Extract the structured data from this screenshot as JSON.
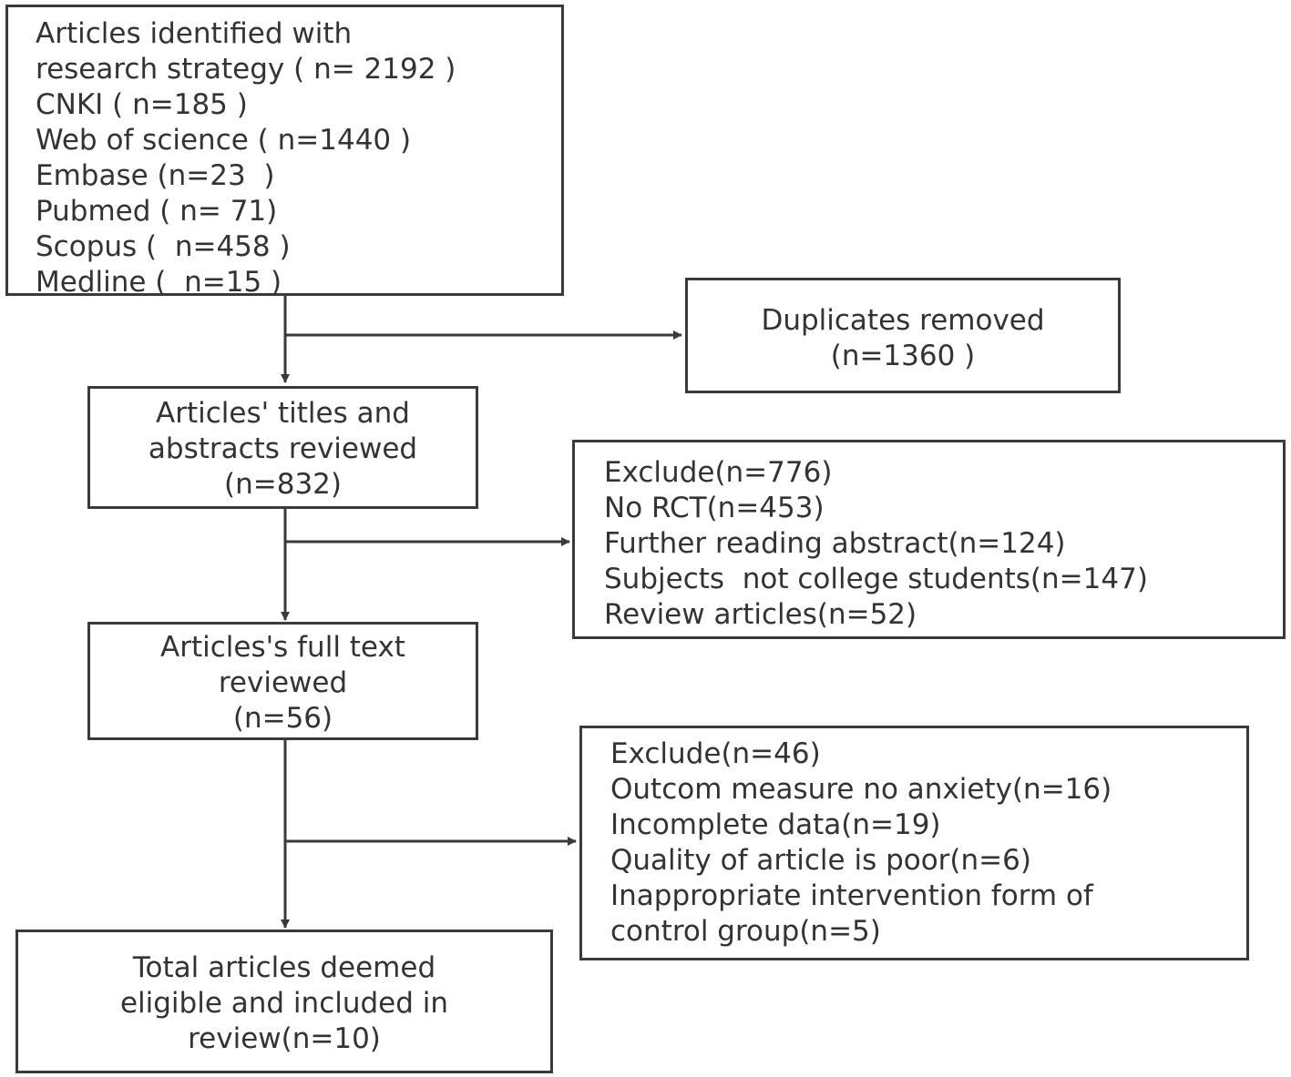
{
  "colors": {
    "stroke": "#3a3a3a",
    "text": "#333333",
    "background": "#ffffff"
  },
  "boxes": {
    "identification": {
      "lines": [
        "Articles identified with",
        "research strategy ( n= 2192 )",
        "CNKI ( n=185 )",
        "Web of science ( n=1440 )",
        "Embase (n=23  )",
        "Pubmed ( n= 71)",
        "Scopus (  n=458 )",
        "Medline (  n=15 )"
      ]
    },
    "duplicates": {
      "lines": [
        "Duplicates removed",
        "(n=1360 )"
      ]
    },
    "screening": {
      "lines": [
        "Articles' titles and",
        "abstracts reviewed",
        "(n=832)"
      ]
    },
    "exclusion_screening": {
      "lines": [
        "Exclude(n=776)",
        "No RCT(n=453)",
        "Further reading abstract(n=124)",
        "Subjects  not college students(n=147)",
        "Review articles(n=52)"
      ]
    },
    "fulltext": {
      "lines": [
        "Articles's full text",
        "reviewed",
        "(n=56)"
      ]
    },
    "exclusion_fulltext": {
      "lines": [
        "Exclude(n=46)",
        "Outcom measure no anxiety(n=16)",
        "Incomplete data(n=19)",
        "Quality of article is poor(n=6)",
        "Inappropriate intervention form of",
        "control group(n=5)"
      ]
    },
    "included": {
      "lines": [
        "Total articles deemed",
        "eligible and included in",
        "review(n=10)"
      ]
    }
  }
}
